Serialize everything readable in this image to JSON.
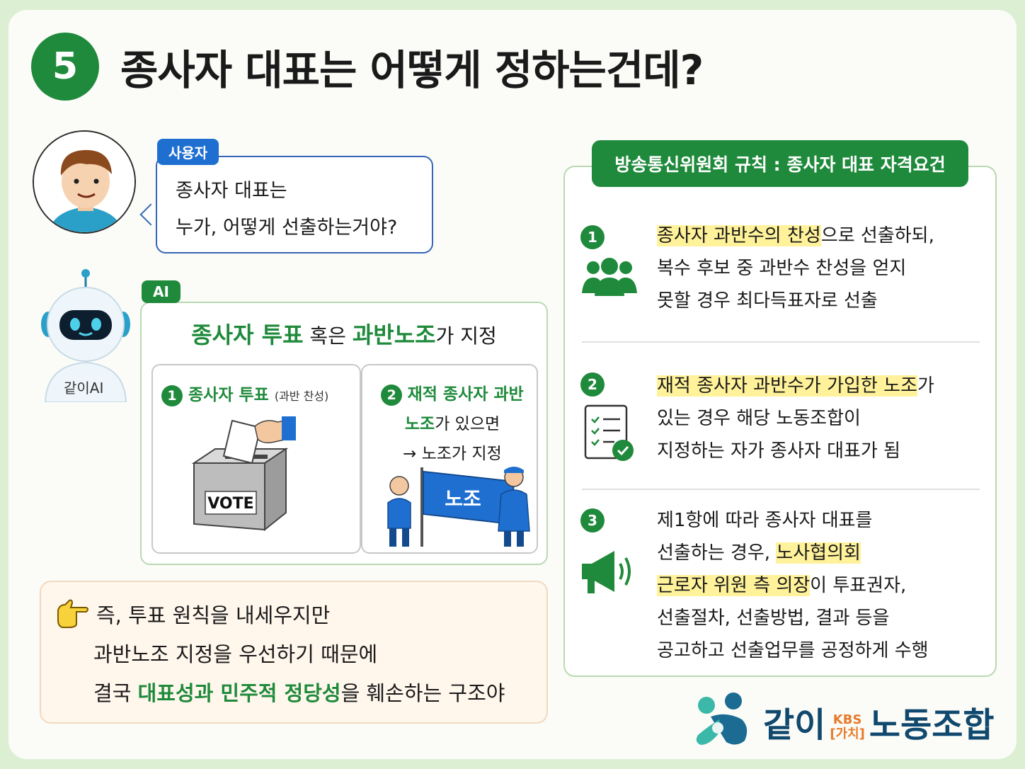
{
  "header": {
    "step_number": "5",
    "title": "종사자 대표는 어떻게 정하는건데?"
  },
  "user": {
    "tag": "사용자",
    "question_line1": "종사자 대표는",
    "question_line2": "누가, 어떻게 선출하는거야?"
  },
  "ai": {
    "tag": "AI",
    "name": "같이AI",
    "headline": {
      "part1": "종사자 투표",
      "part2": " 혹은 ",
      "part3": "과반노조",
      "part4": "가 지정"
    },
    "option1": {
      "number": "1",
      "label": "종사자 투표",
      "sub": "(과반 찬성)",
      "ballot_label": "VOTE"
    },
    "option2": {
      "number": "2",
      "line1": "재적 종사자 과반",
      "line2a": "노조",
      "line2b": "가 있으면",
      "line3": "→ 노조가 지정",
      "flag_label": "노조"
    }
  },
  "summary": {
    "line1": "즉, 투표 원칙을 내세우지만",
    "line2": "과반노조 지정을 우선하기 때문에",
    "line3a": "결국 ",
    "line3b": "대표성과 민주적 정당성",
    "line3c": "을 훼손하는 구조야"
  },
  "rules": {
    "title": "방송통신위원회 규칙 : 종사자 대표 자격요건",
    "items": [
      {
        "number": "1",
        "icon": "group-icon",
        "hl": "종사자 과반수의 찬성",
        "rest": "으로 선출하되,",
        "line2": "복수 후보 중 과반수 찬성을 얻지",
        "line3": "못할 경우 최다득표자로 선출"
      },
      {
        "number": "2",
        "icon": "checklist-icon",
        "hl": "재적 종사자 과반수가 가입한 노조",
        "rest": "가",
        "line2": "있는 경우 해당 노동조합이",
        "line3": "지정하는 자가 종사자 대표가 됨"
      },
      {
        "number": "3",
        "icon": "megaphone-icon",
        "line1": "제1항에 따라 종사자 대표를",
        "line2a": "선출하는 경우, ",
        "line2hl": "노사협의회",
        "line3hl": "근로자 위원 측 의장",
        "line3b": "이 투표권자,",
        "line4": "선출절차, 선출방법, 결과 등을",
        "line5": "공고하고 선출업무를 공정하게 수행"
      }
    ]
  },
  "logo": {
    "main1": "같이",
    "kbs": "KBS",
    "bracket": "[가치]",
    "main2": "노동조합"
  },
  "colors": {
    "green": "#1f8a3b",
    "blue": "#1f6fd1",
    "highlight": "#fff29a",
    "navy": "#10486e"
  }
}
